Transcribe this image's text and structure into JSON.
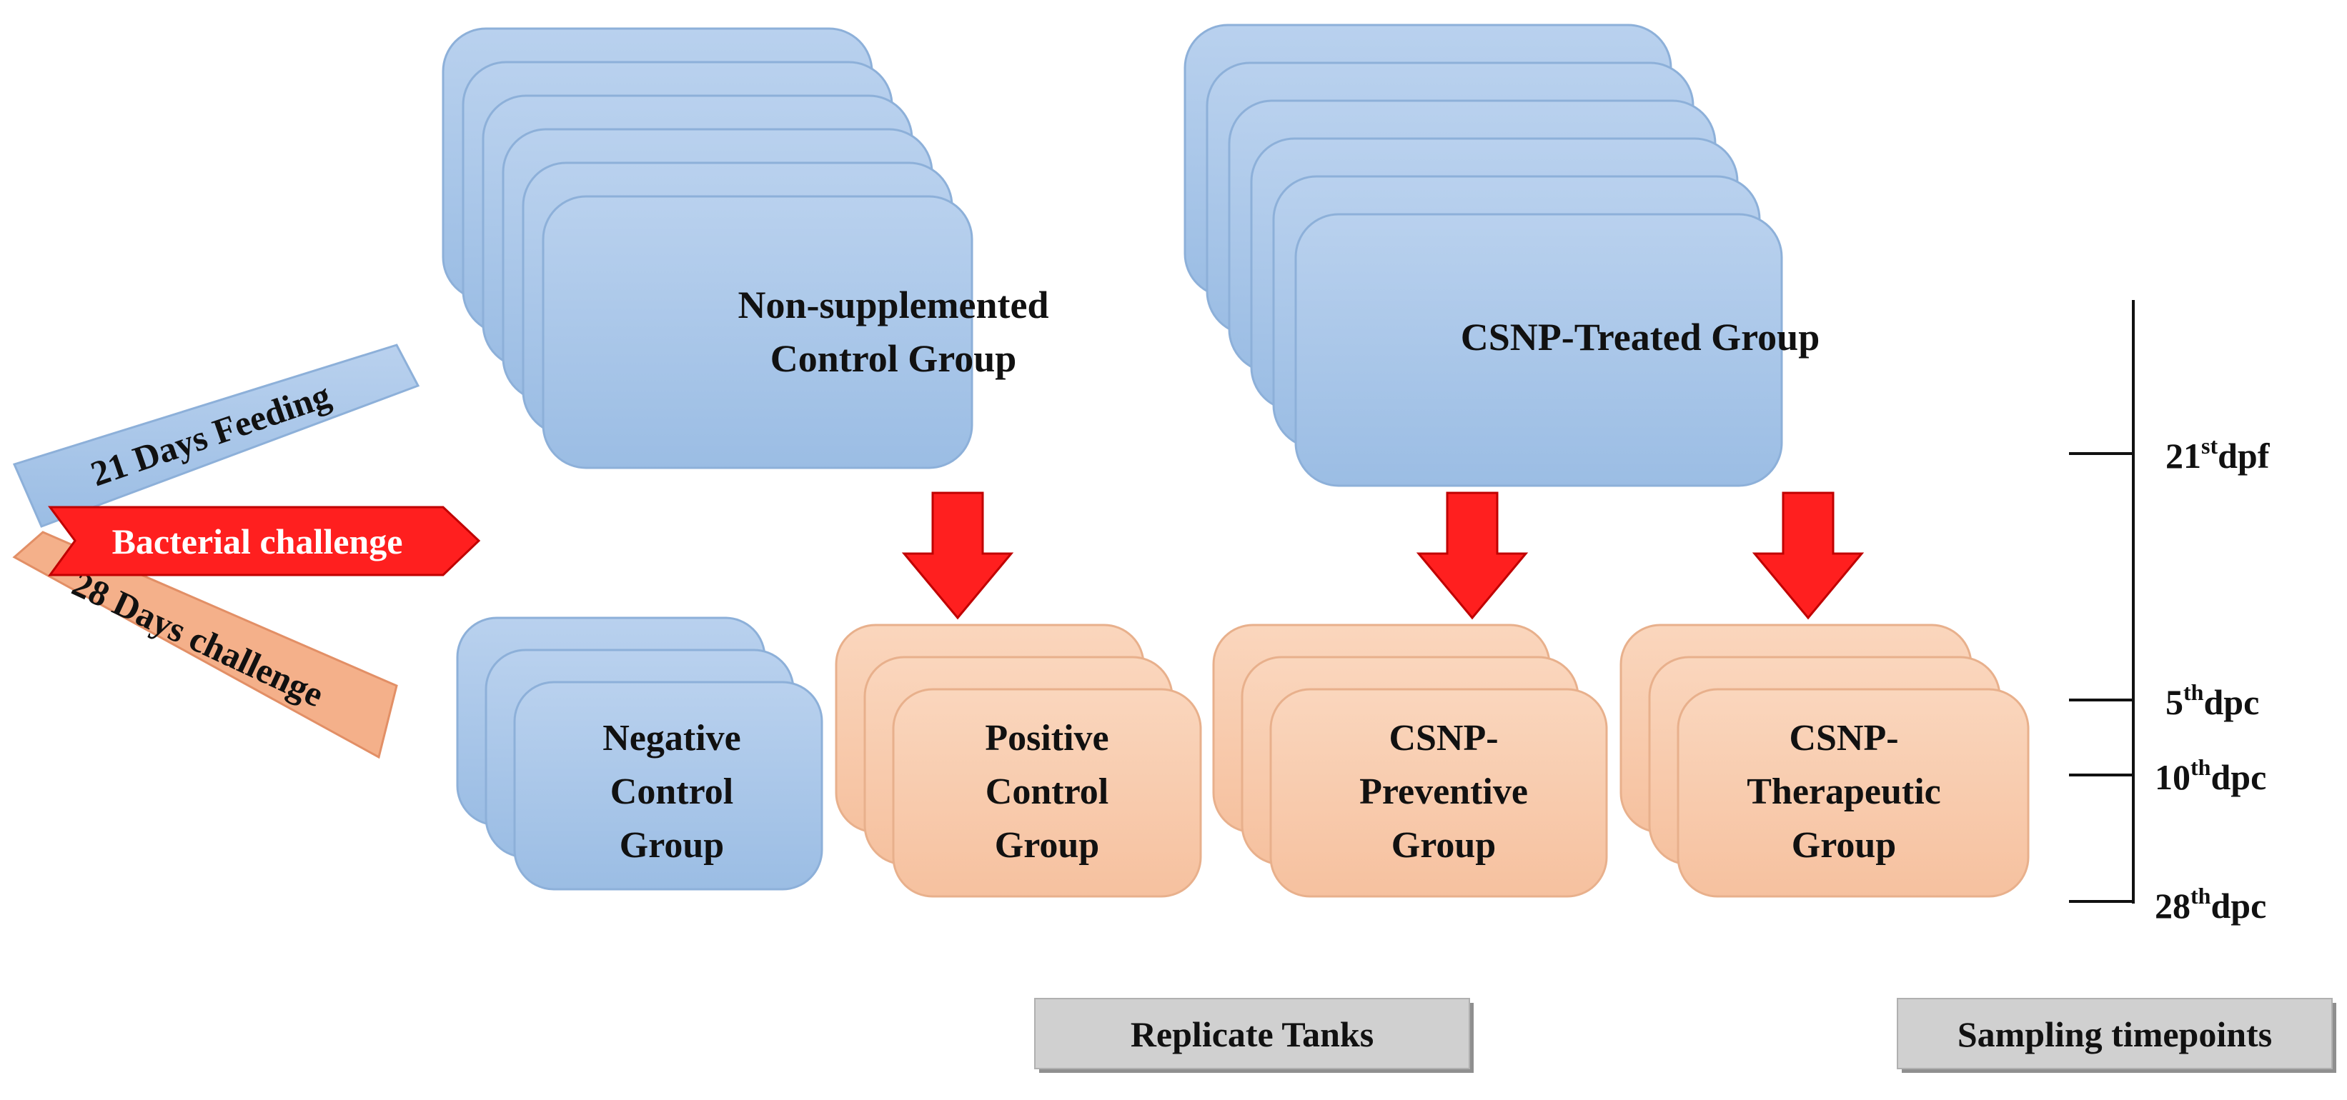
{
  "colors": {
    "blue_fill": "#a4c3e6",
    "blue_fill_light": "#b5cfed",
    "blue_stroke": "#8db0d9",
    "peach_fill": "#f8cbad",
    "peach_stroke": "#e8b08c",
    "red_arrow": "#ff1f1f",
    "red_arrow_stroke": "#c00000",
    "label_box_fill": "#d0d0d0",
    "label_box_shadow": "#9a9a9a",
    "text": "#111111"
  },
  "groups": {
    "non_supplemented": {
      "line1": "Non-supplemented",
      "line2": "Control Group",
      "stack_count": 6
    },
    "csnp_treated": {
      "line1": "CSNP-Treated Group",
      "stack_count": 6
    },
    "negative_control": {
      "line1": "Negative",
      "line2": "Control",
      "line3": "Group",
      "stack_count": 3
    },
    "positive_control": {
      "line1": "Positive",
      "line2": "Control",
      "line3": "Group",
      "stack_count": 3
    },
    "csnp_preventive": {
      "line1": "CSNP-",
      "line2": "Preventive",
      "line3": "Group",
      "stack_count": 3
    },
    "csnp_therapeutic": {
      "line1": "CSNP-",
      "line2": "Therapeutic",
      "line3": "Group",
      "stack_count": 3
    }
  },
  "phases": {
    "feeding": "21 Days Feeding",
    "bacterial": "Bacterial challenge",
    "challenge": "28 Days challenge"
  },
  "timeline": {
    "points": [
      {
        "base": "21",
        "sup": "st",
        "suffix": "dpf"
      },
      {
        "base": "5",
        "sup": "th",
        "suffix": "dpc"
      },
      {
        "base": "10",
        "sup": "th",
        "suffix": "dpc"
      },
      {
        "base": "28",
        "sup": "th",
        "suffix": "dpc"
      }
    ]
  },
  "footer": {
    "replicate_tanks": "Replicate Tanks",
    "sampling_timepoints": "Sampling timepoints"
  }
}
